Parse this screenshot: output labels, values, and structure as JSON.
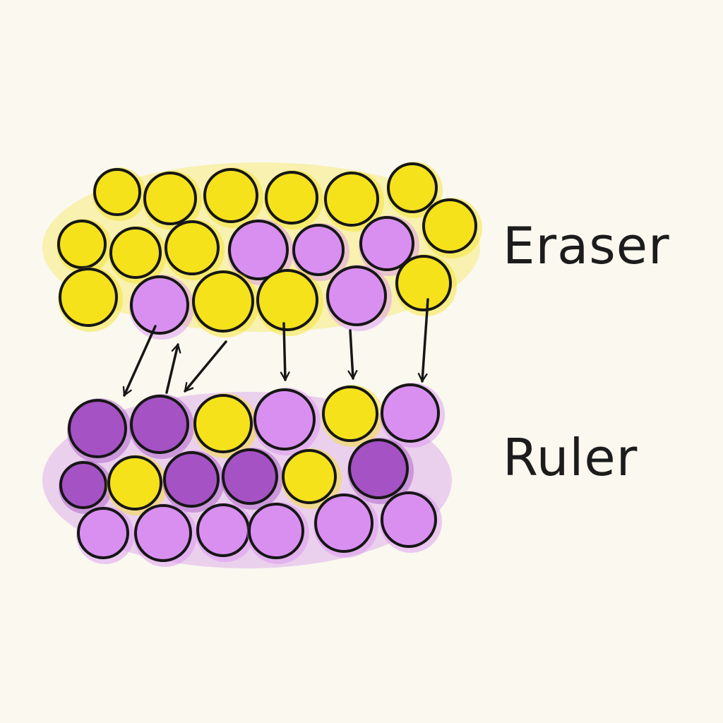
{
  "labels": {
    "top_material": "Eraser",
    "bottom_material": "Ruler"
  },
  "colors": {
    "background": "#faf8ef",
    "yellow": "#f5e21a",
    "yellow_wash": "#f3e63a",
    "light_purple": "#d98ff0",
    "dark_purple": "#a552c4",
    "purple_wash": "#cf86ea",
    "outline": "#161616"
  },
  "diagram": {
    "top_layer_atoms": [
      [
        "yellow",
        "yellow",
        "yellow",
        "yellow",
        "yellow",
        "yellow"
      ],
      [
        "yellow",
        "yellow",
        "yellow",
        "light_purple",
        "light_purple",
        "light_purple",
        "yellow"
      ],
      [
        "yellow",
        "light_purple",
        "yellow",
        "yellow",
        "light_purple",
        "yellow"
      ]
    ],
    "bottom_layer_atoms": [
      [
        "dark_purple",
        "dark_purple",
        "yellow",
        "light_purple",
        "yellow",
        "light_purple"
      ],
      [
        "dark_purple",
        "yellow",
        "dark_purple",
        "dark_purple",
        "yellow",
        "dark_purple"
      ],
      [
        "light_purple",
        "light_purple",
        "light_purple",
        "light_purple",
        "light_purple",
        "light_purple"
      ]
    ],
    "transfers": [
      {
        "direction": "down"
      },
      {
        "direction": "up"
      },
      {
        "direction": "down"
      },
      {
        "direction": "down"
      },
      {
        "direction": "down"
      },
      {
        "direction": "down"
      }
    ]
  }
}
